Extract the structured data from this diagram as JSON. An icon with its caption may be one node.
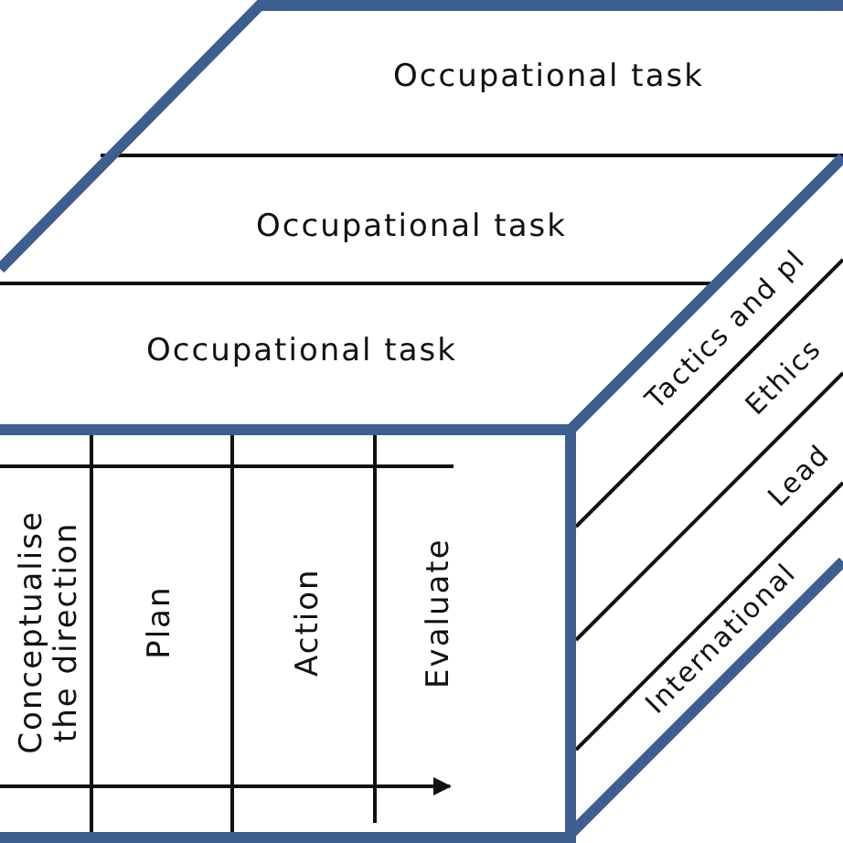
{
  "diagram": {
    "nodes": [
      {
        "text": [
          "Occupational task"
        ]
      },
      {
        "text": [
          "Occupational task"
        ]
      },
      {
        "text": [
          "Occupational task"
        ]
      },
      {
        "text": [
          "Conceptualise the direction"
        ]
      },
      {
        "text": [
          "Plan"
        ]
      },
      {
        "text": [
          "Action"
        ]
      },
      {
        "text": [
          "Evaluate"
        ]
      },
      {
        "text": [
          "Tactics and pl"
        ]
      },
      {
        "text": [
          "Ethics"
        ]
      },
      {
        "text": [
          "Lead"
        ]
      },
      {
        "text": [
          "International"
        ]
      }
    ],
    "edges": []
  }
}
